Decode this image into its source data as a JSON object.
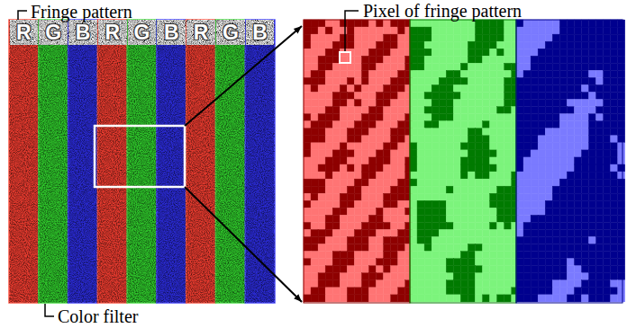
{
  "diagram": {
    "labels": [
      "Fringe pattern",
      "Pixel of fringe pattern",
      "Color filter",
      "R",
      "G",
      "B",
      "R",
      "G",
      "B",
      "R",
      "G",
      "B"
    ]
  }
}
